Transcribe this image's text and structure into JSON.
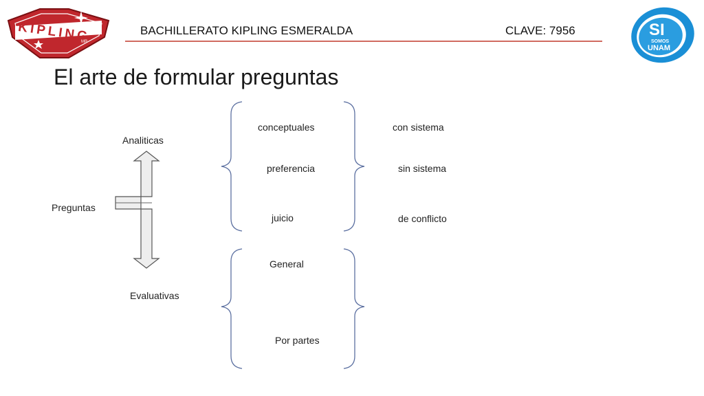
{
  "header": {
    "school": "BACHILLERATO KIPLING ESMERALDA",
    "clave": "CLAVE: 7956",
    "line_color": "#c0392b"
  },
  "logos": {
    "left": {
      "text": "KIPLING",
      "small": "MR",
      "color": "#c0272d"
    },
    "right": {
      "big": "SI",
      "mid": "SOMOS",
      "small": "UNAM",
      "color": "#1a8fd6"
    }
  },
  "title": "El arte de formular preguntas",
  "diagram": {
    "root": "Preguntas",
    "up_branch": "Analiticas",
    "down_branch": "Evaluativas",
    "analiticas_types": [
      "conceptuales",
      "preferencia",
      "juicio"
    ],
    "analiticas_modes": [
      "con sistema",
      "sin sistema",
      "de conflicto"
    ],
    "evaluativas_types": [
      "General",
      "Por partes"
    ]
  }
}
